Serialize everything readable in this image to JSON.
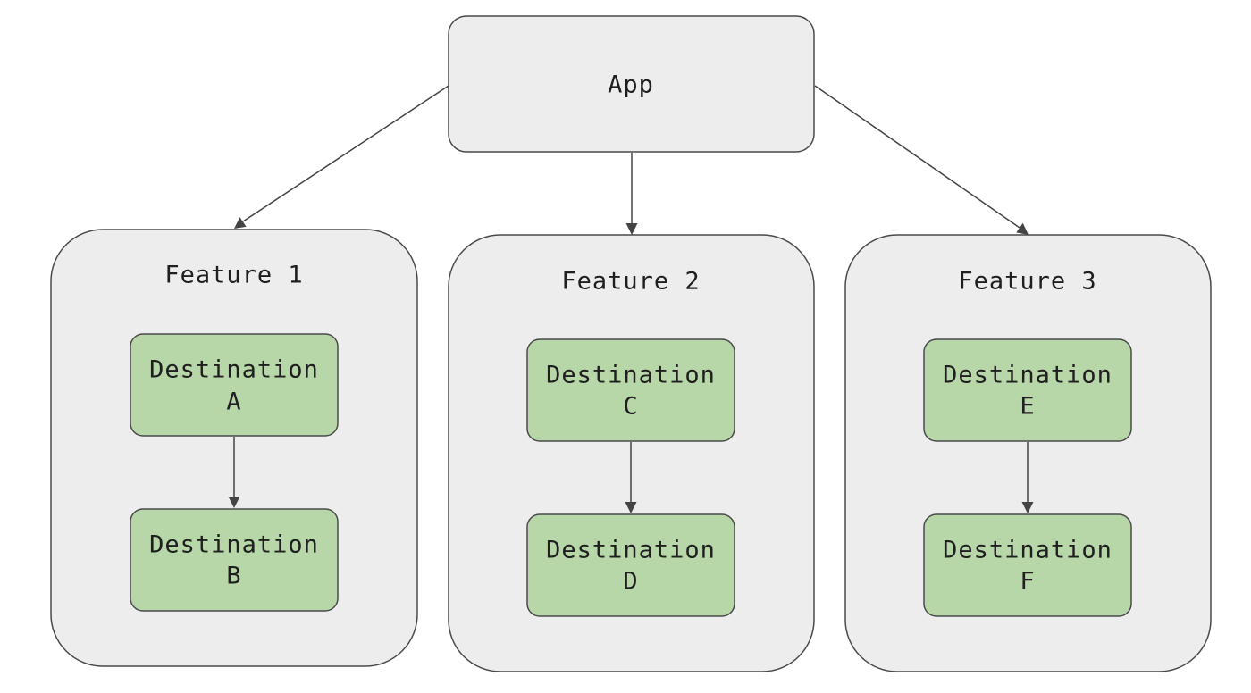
{
  "diagram": {
    "root": {
      "label": "App"
    },
    "features": [
      {
        "title": "Feature 1",
        "destinations": [
          {
            "line1": "Destination",
            "line2": "A"
          },
          {
            "line1": "Destination",
            "line2": "B"
          }
        ]
      },
      {
        "title": "Feature 2",
        "destinations": [
          {
            "line1": "Destination",
            "line2": "C"
          },
          {
            "line1": "Destination",
            "line2": "D"
          }
        ]
      },
      {
        "title": "Feature 3",
        "destinations": [
          {
            "line1": "Destination",
            "line2": "E"
          },
          {
            "line1": "Destination",
            "line2": "F"
          }
        ]
      }
    ],
    "colors": {
      "box_fill": "#ededed",
      "destination_fill": "#b7d7a8",
      "stroke": "#4a4a4a"
    }
  }
}
